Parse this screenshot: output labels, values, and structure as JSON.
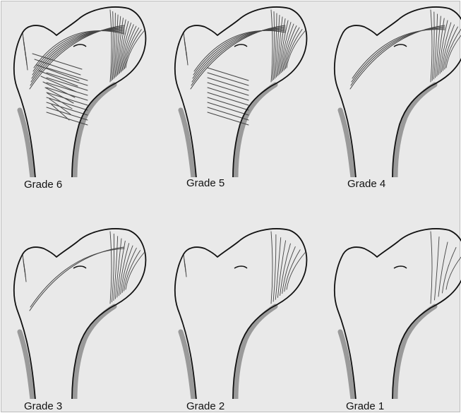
{
  "figure": {
    "panels": [
      {
        "grade": 6,
        "label": "Grade 6"
      },
      {
        "grade": 5,
        "label": "Grade 5"
      },
      {
        "grade": 4,
        "label": "Grade 4"
      },
      {
        "grade": 3,
        "label": "Grade 3"
      },
      {
        "grade": 2,
        "label": "Grade 2"
      },
      {
        "grade": 1,
        "label": "Grade 1"
      }
    ],
    "colors": {
      "background": "#e9e9e9",
      "outline": "#111111",
      "cortex": "#9a9a9a",
      "trabeculae": "#444444"
    }
  }
}
